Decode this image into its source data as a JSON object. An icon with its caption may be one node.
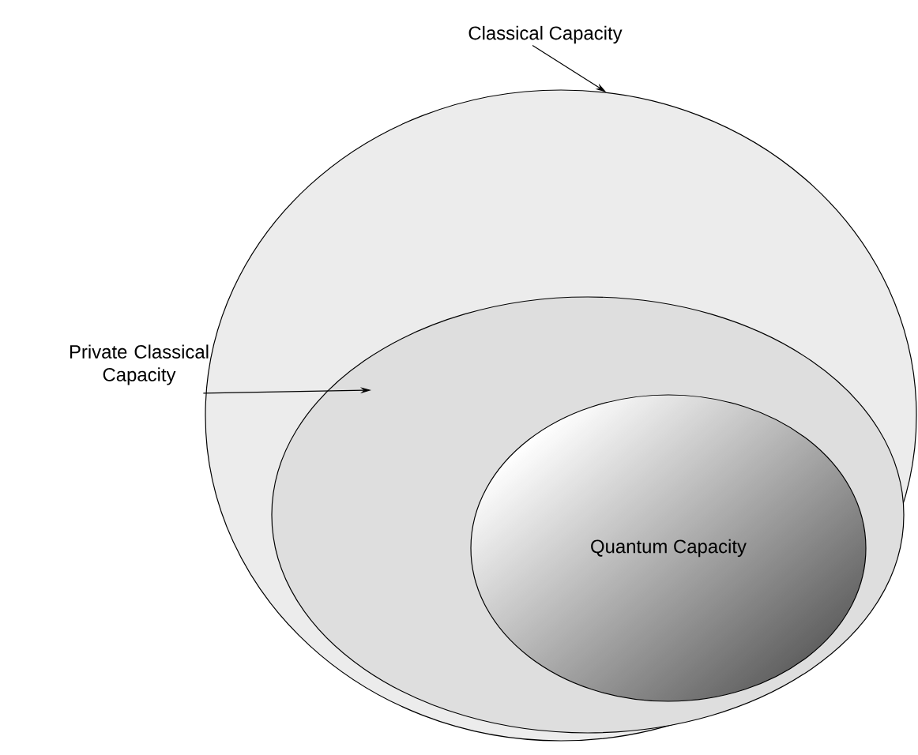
{
  "diagram": {
    "nodes": [
      {
        "text": [
          "Classical Capacity"
        ]
      },
      {
        "text": [],
        "shape": "ellipse"
      },
      {
        "text": [
          "Private Classical Capacity"
        ]
      },
      {
        "text": [],
        "shape": "ellipse",
        "in": 1
      },
      {
        "text": [
          "Quantum Capacity"
        ],
        "in": 3
      }
    ],
    "edges": [
      {
        "from": 0,
        "to": 1,
        "arrow": "to"
      },
      {
        "from": 2,
        "to": 3,
        "arrow": "to"
      }
    ]
  }
}
